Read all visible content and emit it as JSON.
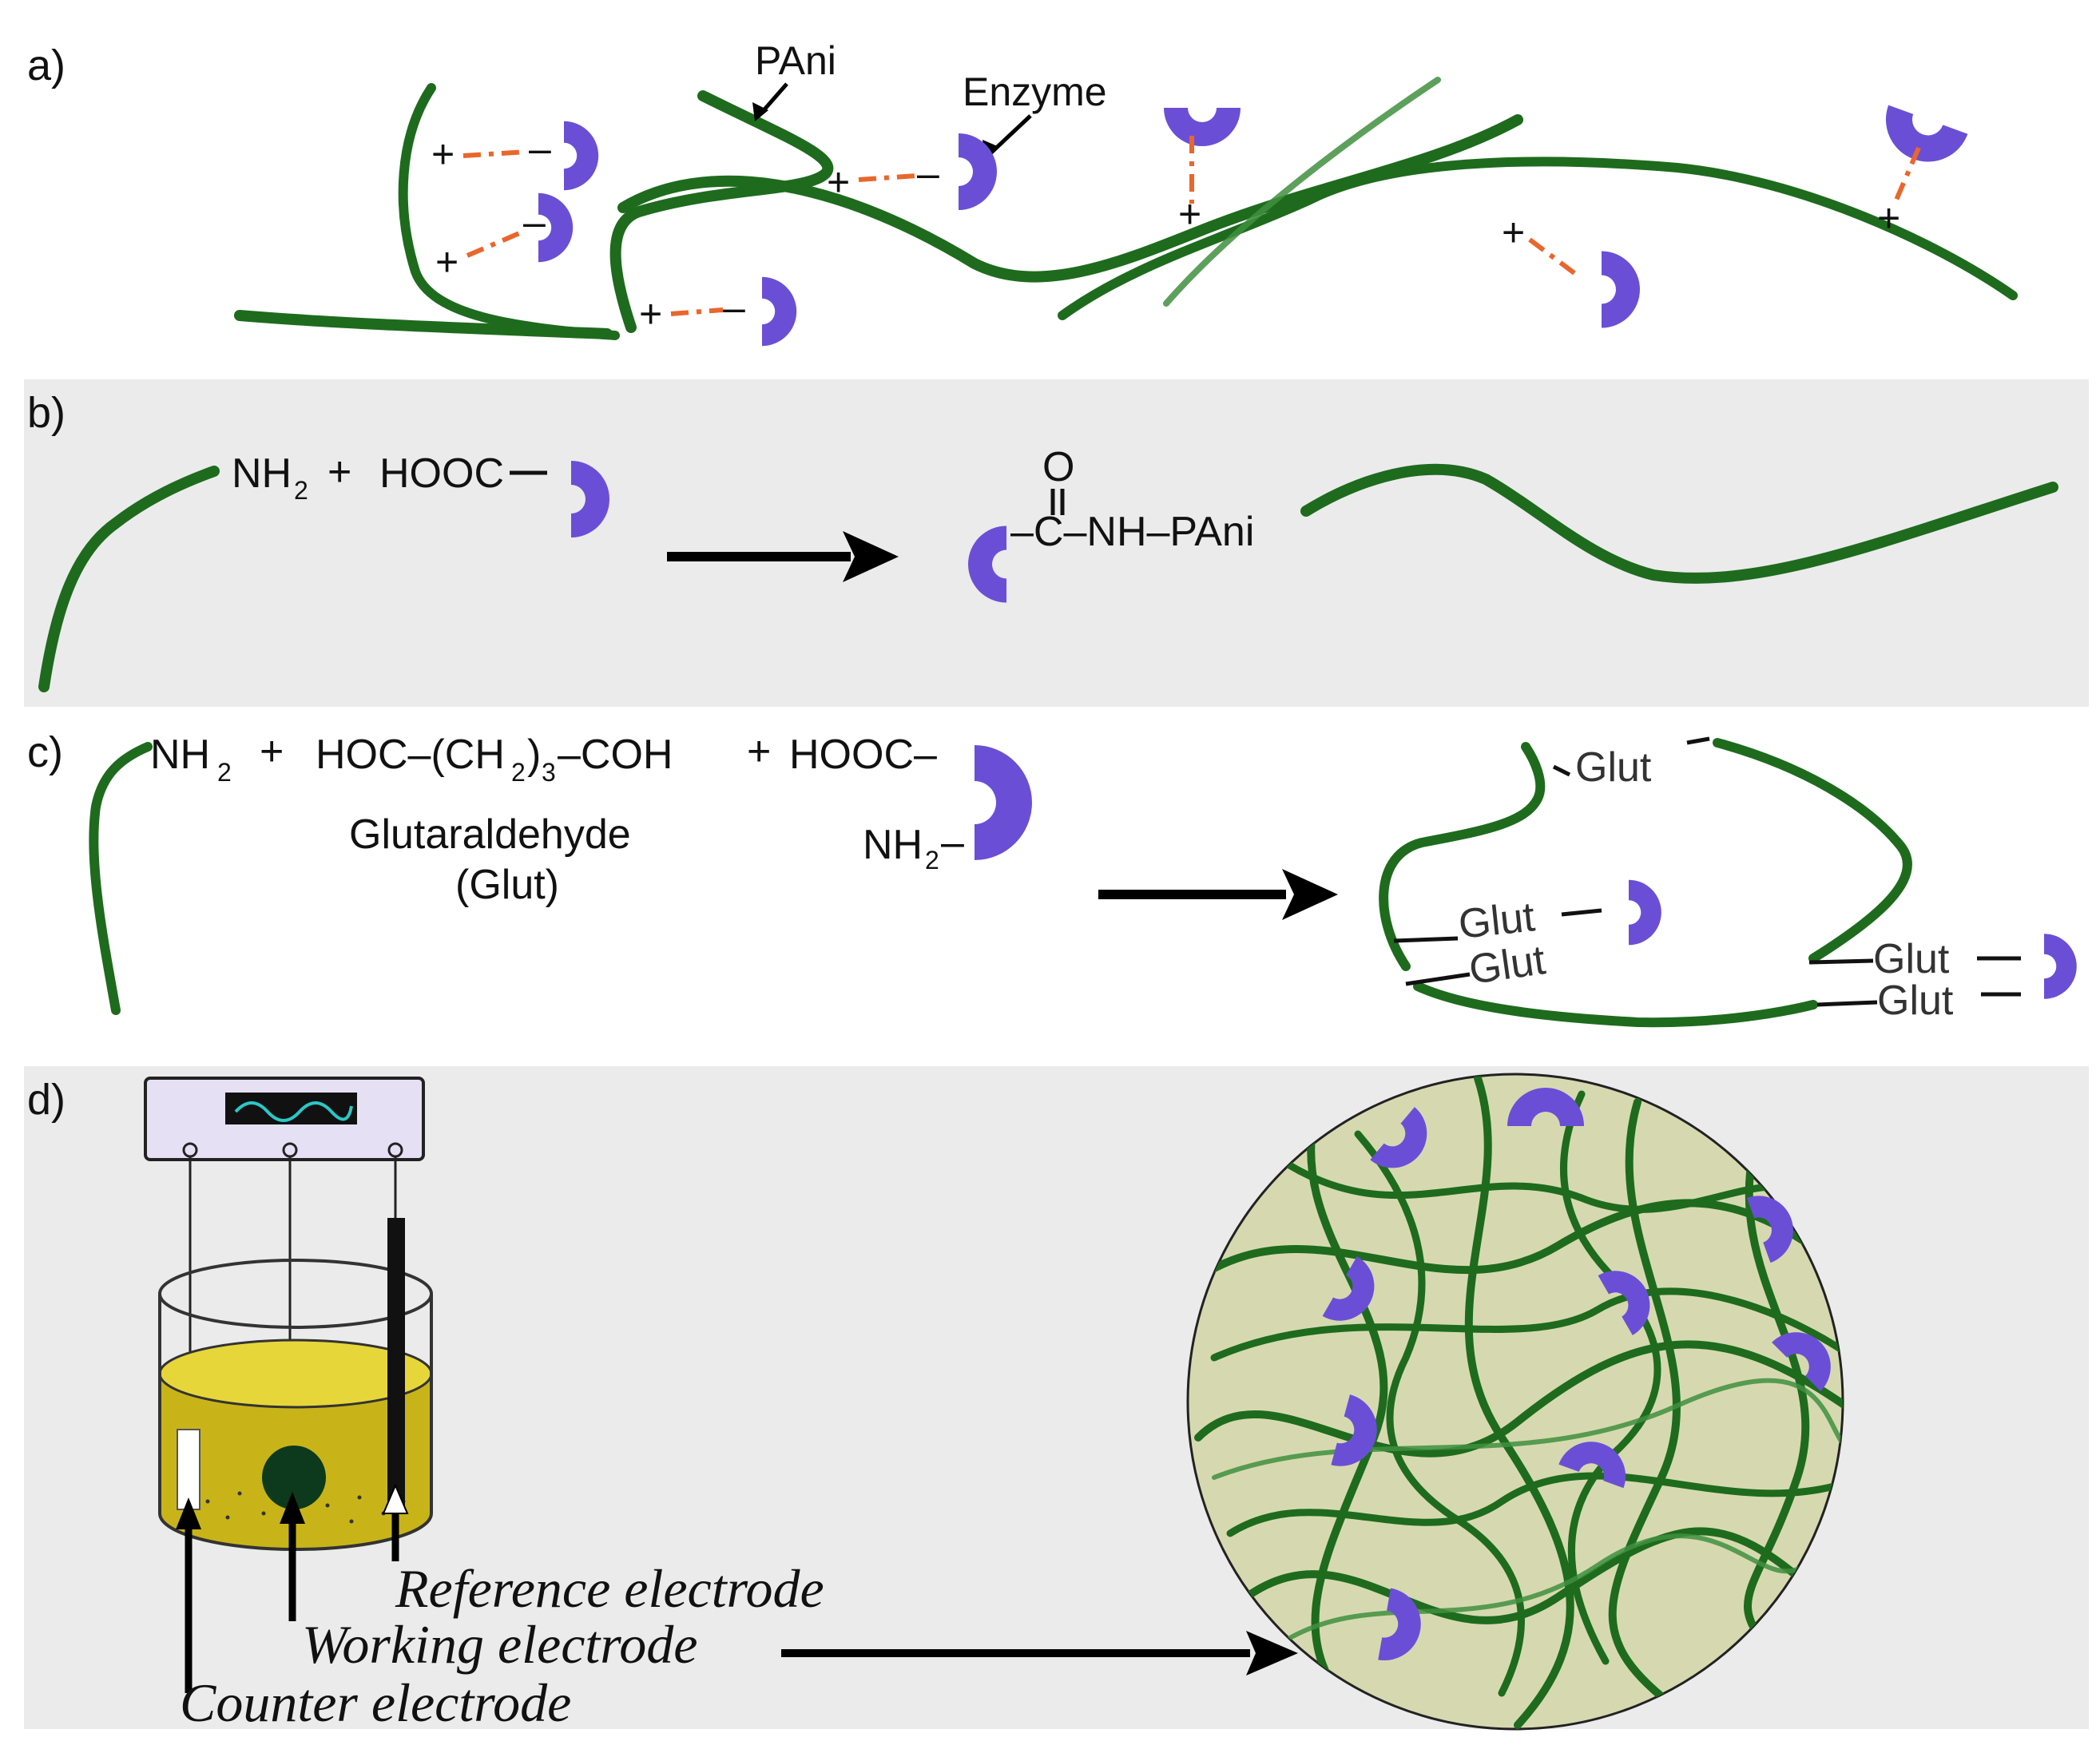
{
  "panels": {
    "a": {
      "letter": "a)",
      "label_pani": "PAni",
      "label_enzyme": "Enzyme",
      "plus": "+",
      "minus": "–"
    },
    "b": {
      "letter": "b)",
      "nh": "NH",
      "nh_sub": "2",
      "plus": "+",
      "hooc": "HOOC",
      "o": "O",
      "product": "–C–NH–PAni"
    },
    "c": {
      "letter": "c)",
      "nh": "NH",
      "nh_sub": "2",
      "plus1": "+",
      "glut_formula_a": "HOC–(CH",
      "glut_formula_sub": "2",
      "glut_formula_b": ")",
      "glut_formula_sub2": "3",
      "glut_formula_c": "–COH",
      "plus2": "+",
      "hooc": "HOOC–",
      "enzyme_nh": "NH",
      "enzyme_nh_sub": "2",
      "enzyme_nh_dash": "–",
      "glut_name": "Glutaraldehyde",
      "glut_abbr": "(Glut)",
      "glut": "Glut"
    },
    "d": {
      "letter": "d)",
      "reference": "Reference electrode",
      "working": "Working electrode",
      "counter": "Counter electrode"
    }
  },
  "colors": {
    "fiber": "#1e6b1e",
    "enzyme": "#6a4fd6",
    "linker": "#e9662c",
    "panel_bg": "#ebebeb",
    "solution": "#c8b419",
    "circle_fill": "#d6d9b0"
  }
}
